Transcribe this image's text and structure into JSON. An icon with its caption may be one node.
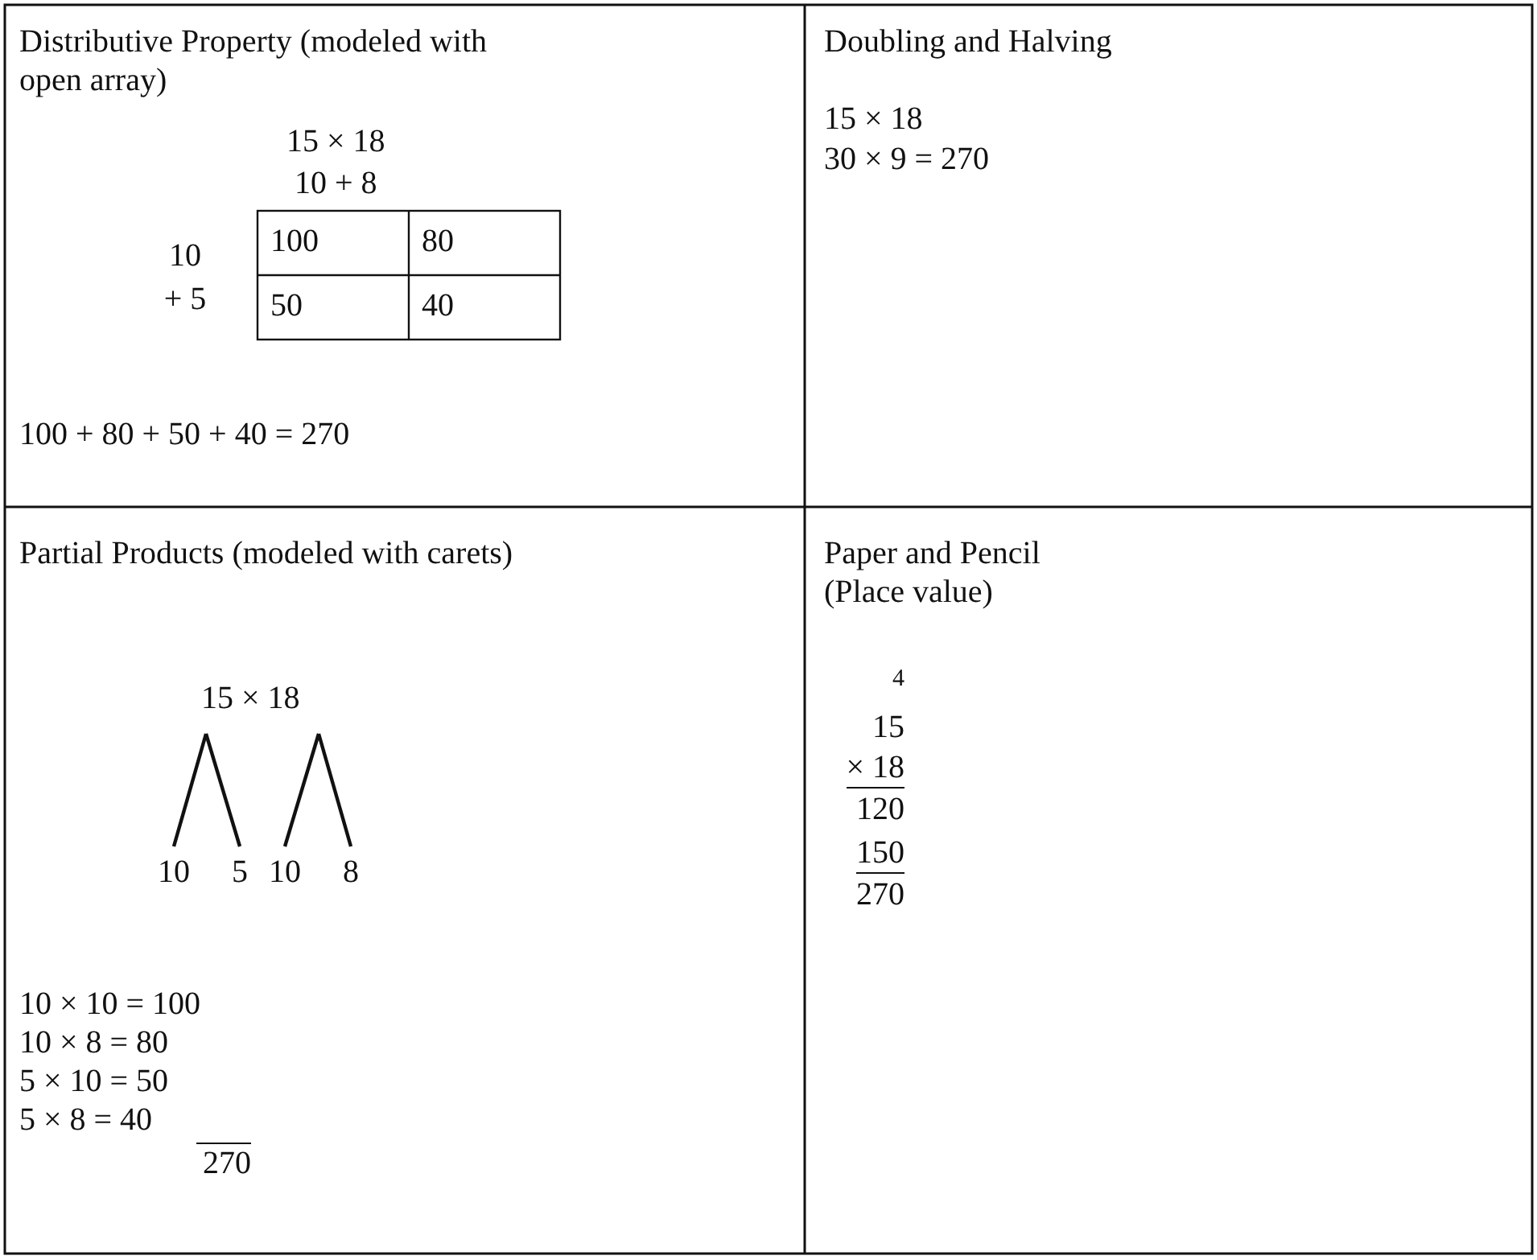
{
  "diagram": {
    "nodes": [
      {
        "text": [
          "15 × 18"
        ]
      },
      {
        "text": [
          "10"
        ]
      },
      {
        "text": [
          "5"
        ]
      },
      {
        "text": [
          "10"
        ]
      },
      {
        "text": [
          "8"
        ]
      }
    ],
    "edges": [
      {
        "from": 0,
        "to": 1,
        "arrow": "none"
      },
      {
        "from": 0,
        "to": 2,
        "arrow": "none"
      },
      {
        "from": 0,
        "to": 3,
        "arrow": "none"
      },
      {
        "from": 0,
        "to": 4,
        "arrow": "none"
      }
    ],
    "labels": [
      "Distributive Property (modeled with open array)",
      "15 × 18",
      "10 + 8",
      "10 + 5",
      "100",
      "80",
      "50",
      "40",
      "100 + 80 + 50 + 40 = 270",
      "Doubling and Halving",
      "15 × 18",
      "30 × 9 = 270",
      "Partial Products (modeled with carets)",
      "10 × 10 = 100",
      "10 × 8 = 80",
      "5 × 10 = 50",
      "5 × 8 = 40",
      "270",
      "Paper and Pencil",
      "(Place value)",
      "4",
      "15",
      "× 18",
      "120",
      "150",
      "270"
    ]
  }
}
